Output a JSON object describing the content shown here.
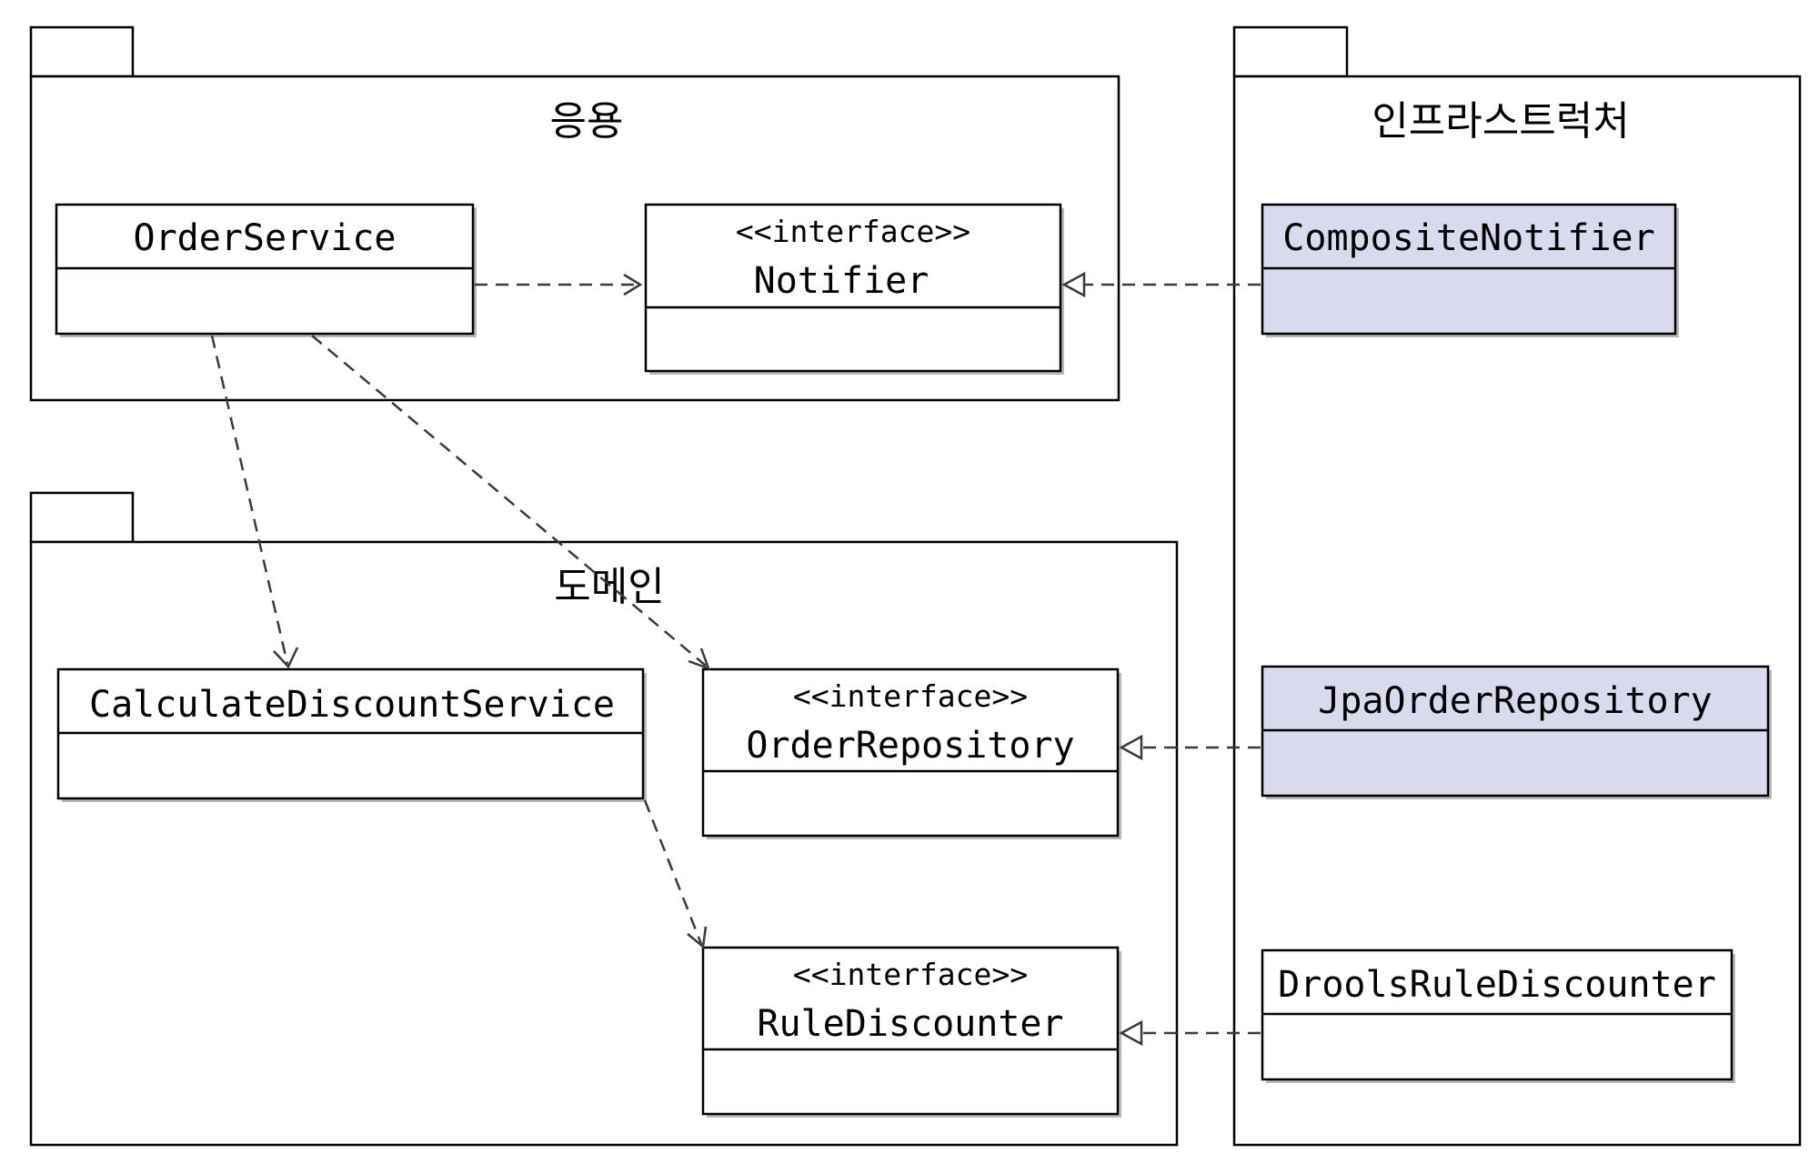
{
  "packages": {
    "application": {
      "title": "응용"
    },
    "domain": {
      "title": "도메인"
    },
    "infrastructure": {
      "title": "인프라스트럭처"
    }
  },
  "classes": {
    "order_service": {
      "name": "OrderService"
    },
    "notifier": {
      "stereotype": "<<interface>>",
      "name": "Notifier"
    },
    "calculate_discount_service": {
      "name": "CalculateDiscountService"
    },
    "order_repository": {
      "stereotype": "<<interface>>",
      "name": "OrderRepository"
    },
    "rule_discounter": {
      "stereotype": "<<interface>>",
      "name": "RuleDiscounter"
    },
    "composite_notifier": {
      "name": "CompositeNotifier"
    },
    "jpa_order_repository": {
      "name": "JpaOrderRepository"
    },
    "drools_rule_discounter": {
      "name": "DroolsRuleDiscounter"
    }
  },
  "colors": {
    "highlight_fill": "#d9daee",
    "default_fill": "#ffffff",
    "line": "#000000"
  }
}
